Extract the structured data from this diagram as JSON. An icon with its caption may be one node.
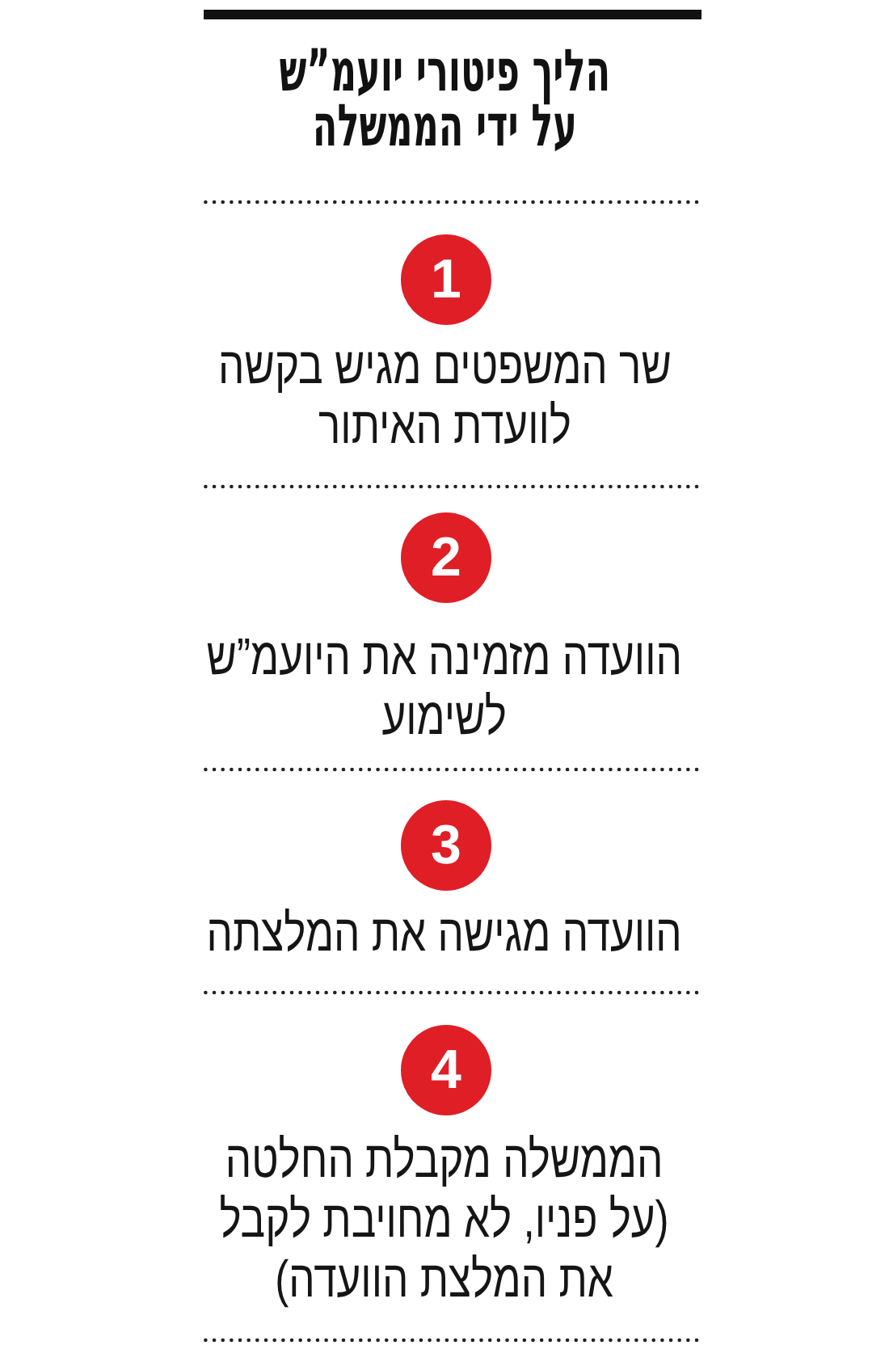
{
  "diagram": {
    "title": "הליך פיטורי יועמ”ש על ידי הממשלה",
    "nodes": [
      {
        "text": [
          "1"
        ],
        "beside": [
          "שר המשפטים מגיש בקשה לוועדת האיתור"
        ]
      },
      {
        "text": [
          "2"
        ],
        "beside": [
          "הוועדה מזמינה את היועמ”ש לשימוע"
        ]
      },
      {
        "text": [
          "3"
        ],
        "beside": [
          "הוועדה מגישה את המלצתה"
        ]
      },
      {
        "text": [
          "4"
        ],
        "beside": [
          "הממשלה מקבלת החלטה (על פניו, לא מחויבת לקבל את המלצת הוועדה)"
        ]
      }
    ]
  }
}
